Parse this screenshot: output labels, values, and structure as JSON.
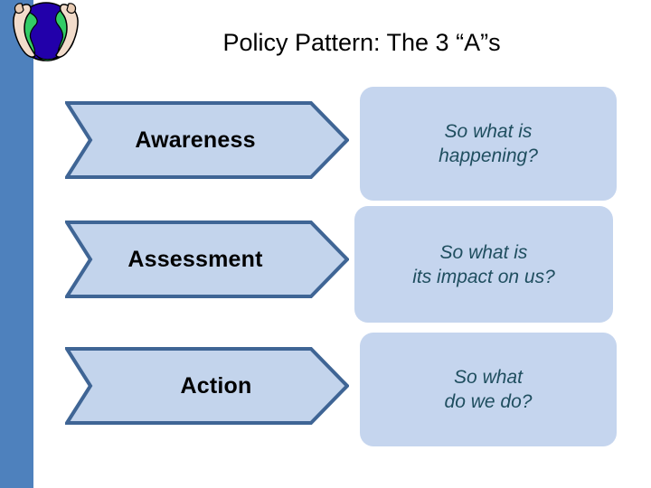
{
  "slide": {
    "title": "Policy Pattern: The 3 “A”s",
    "background_color": "#FFFFFF",
    "accent_bar_color": "#4E81BD",
    "chevron_fill_color": "#C3D4EC",
    "chevron_border_color": "#3F6595",
    "callout_fill_color": "#C5D5EE",
    "callout_text_color": "#1F4E5F",
    "chevron_text_color": "#000000"
  },
  "logo": {
    "name": "globe-in-hands-logo",
    "globe_ocean_color": "#2200AA",
    "globe_land_color": "#33CC66",
    "hands_color": "#F2DCCB",
    "outline_color": "#000000"
  },
  "rows": [
    {
      "step_label": "Awareness",
      "question_line1": "So what is",
      "question_line2": "happening?"
    },
    {
      "step_label": "Assessment",
      "question_line1": "So what is",
      "question_line2": "its impact on us?"
    },
    {
      "step_label": "Action",
      "question_line1": "So what",
      "question_line2": "do we do?"
    }
  ]
}
